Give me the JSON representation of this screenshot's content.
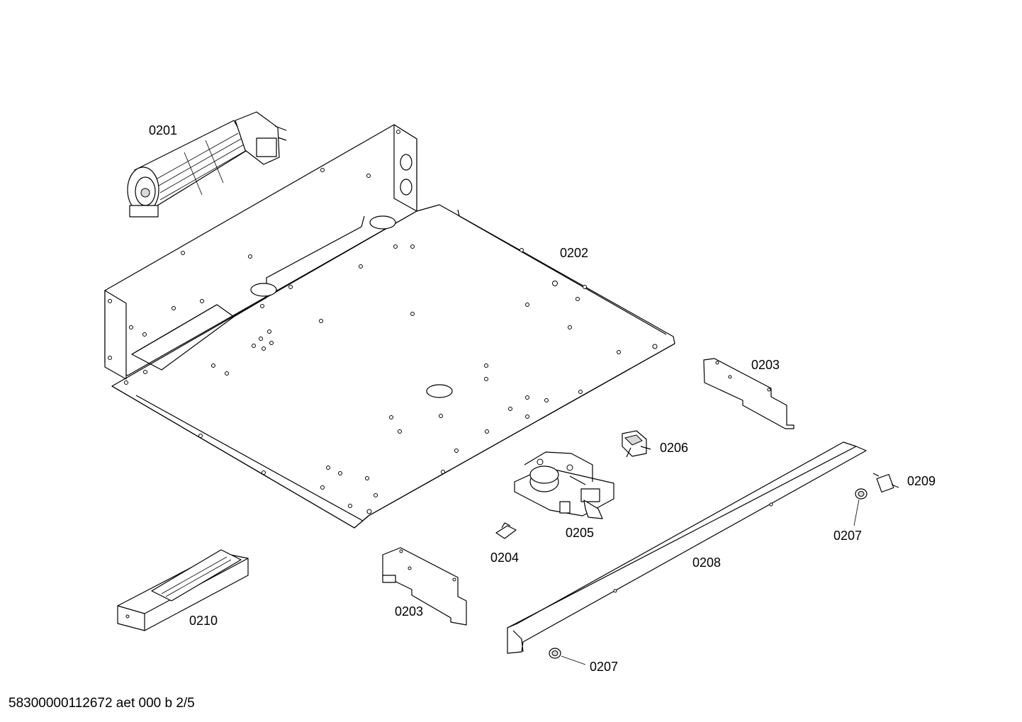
{
  "labels": {
    "p0201": "0201",
    "p0202": "0202",
    "p0203_right": "0203",
    "p0203_bottom": "0203",
    "p0204": "0204",
    "p0205": "0205",
    "p0206": "0206",
    "p0207_upper": "0207",
    "p0207_lower": "0207",
    "p0208": "0208",
    "p0209": "0209",
    "p0210": "0210"
  },
  "footer": {
    "document_id": "58300000112672 aet 000 b 2/5"
  }
}
